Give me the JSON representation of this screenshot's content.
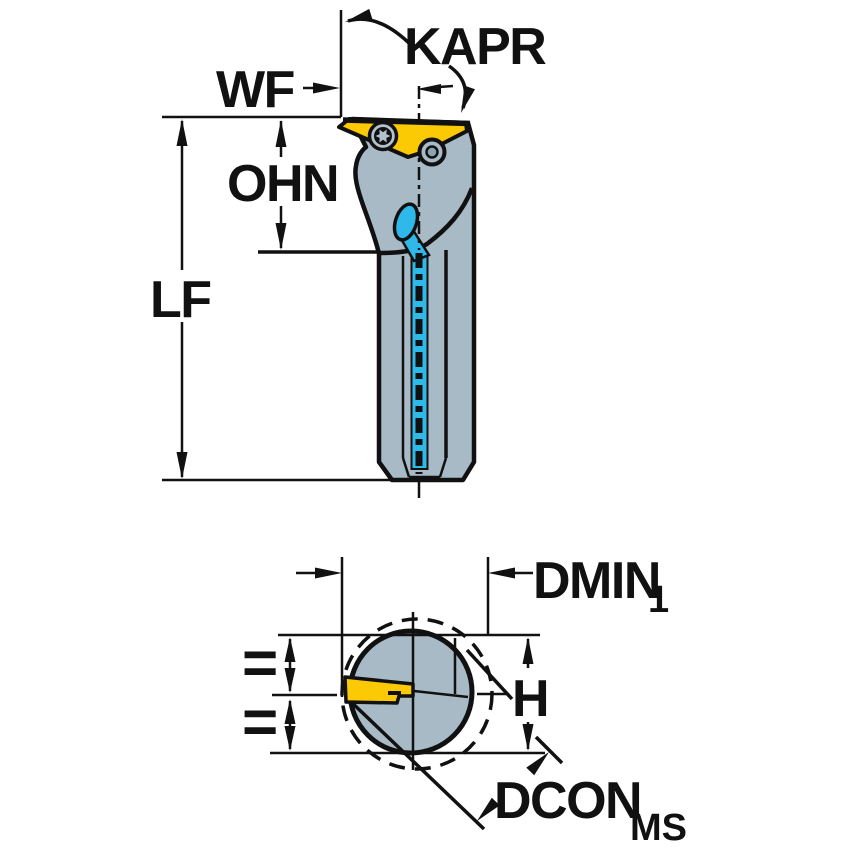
{
  "drawing": {
    "title": "Boring bar tool holder dimension drawing",
    "views": {
      "side_view": "tool side view",
      "section_view": "shank cross-section view"
    }
  },
  "labels": {
    "kapr": "KAPR",
    "wf": "WF",
    "ohn": "OHN",
    "lf": "LF",
    "dmin": "DMIN",
    "dmin_subscript": "1",
    "h": "H",
    "dcon": "DCON",
    "dcon_subscript": "MS",
    "equals_upper": "=",
    "equals_lower": "="
  },
  "colors": {
    "outline": "#111111",
    "body_gray": "#a9bac7",
    "body_gray_light": "#b3c2cd",
    "hole_inner_gray": "#8ea3b2",
    "insert_yellow": "#fcc905",
    "coolant_cyan": "#2fb9e8",
    "background": "#ffffff"
  }
}
